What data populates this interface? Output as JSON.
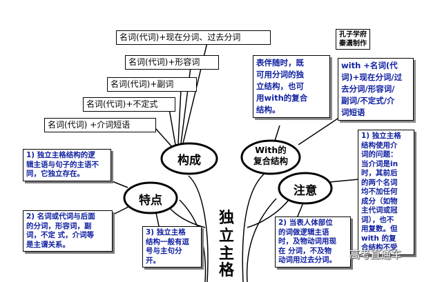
{
  "trunk": {
    "chars": [
      "独",
      "立",
      "主",
      "格"
    ]
  },
  "credit": {
    "line1": "孔子学府",
    "line2": "秦潇制作"
  },
  "ovals": {
    "gouCheng": "构成",
    "with": [
      "With的",
      "复合结构"
    ],
    "teDian": "特点",
    "zhuYi": "注意"
  },
  "composition": [
    "名词(代词)+现在分词、过去分词",
    "名词(代词)+形容词",
    "名词(代词)+副词",
    "名词(代词)+不定式",
    "名词(代词) +介词短语"
  ],
  "withNotes": {
    "left": [
      "表伴随时，既",
      "可用分词的独",
      "立结构，也可",
      "用with的复合",
      "结构。"
    ],
    "right": [
      "with +名词(代",
      "词)+现在分词/过",
      "去分词/形容词/",
      "副词/不定式/介",
      "词短语"
    ]
  },
  "features": [
    [
      "1) 独立主格结构的逻",
      "辑主语与句子的主语不",
      "同，它独立存在。"
    ],
    [
      "2) 名词或代词与后面",
      "的分词，形容词，副",
      "词，不定 式，介词等",
      "是主谓关系。"
    ],
    [
      "3) 独立主格",
      "结构一般有逗",
      "号与主句分",
      "开。"
    ]
  ],
  "cautions": [
    [
      "1) 独立主格",
      "结构使用介",
      "词的问题：",
      "当介词是in",
      "时，其前后",
      "的两个名词",
      "均不加任何",
      "成分（如物",
      "主代词或冠",
      "词），也不",
      "用复数。但",
      "with 的复",
      "合结构不受"
    ],
    [
      "2) 当表人体部位",
      "的词做逻辑主语",
      "时，及物动词用现",
      "在 分词，不及物",
      "动词用过去分词。"
    ]
  ],
  "watermark": "高考直通车",
  "colors": {
    "noteText": "#1020a0",
    "line": "#000000",
    "shadow": "#7a7a7a"
  }
}
